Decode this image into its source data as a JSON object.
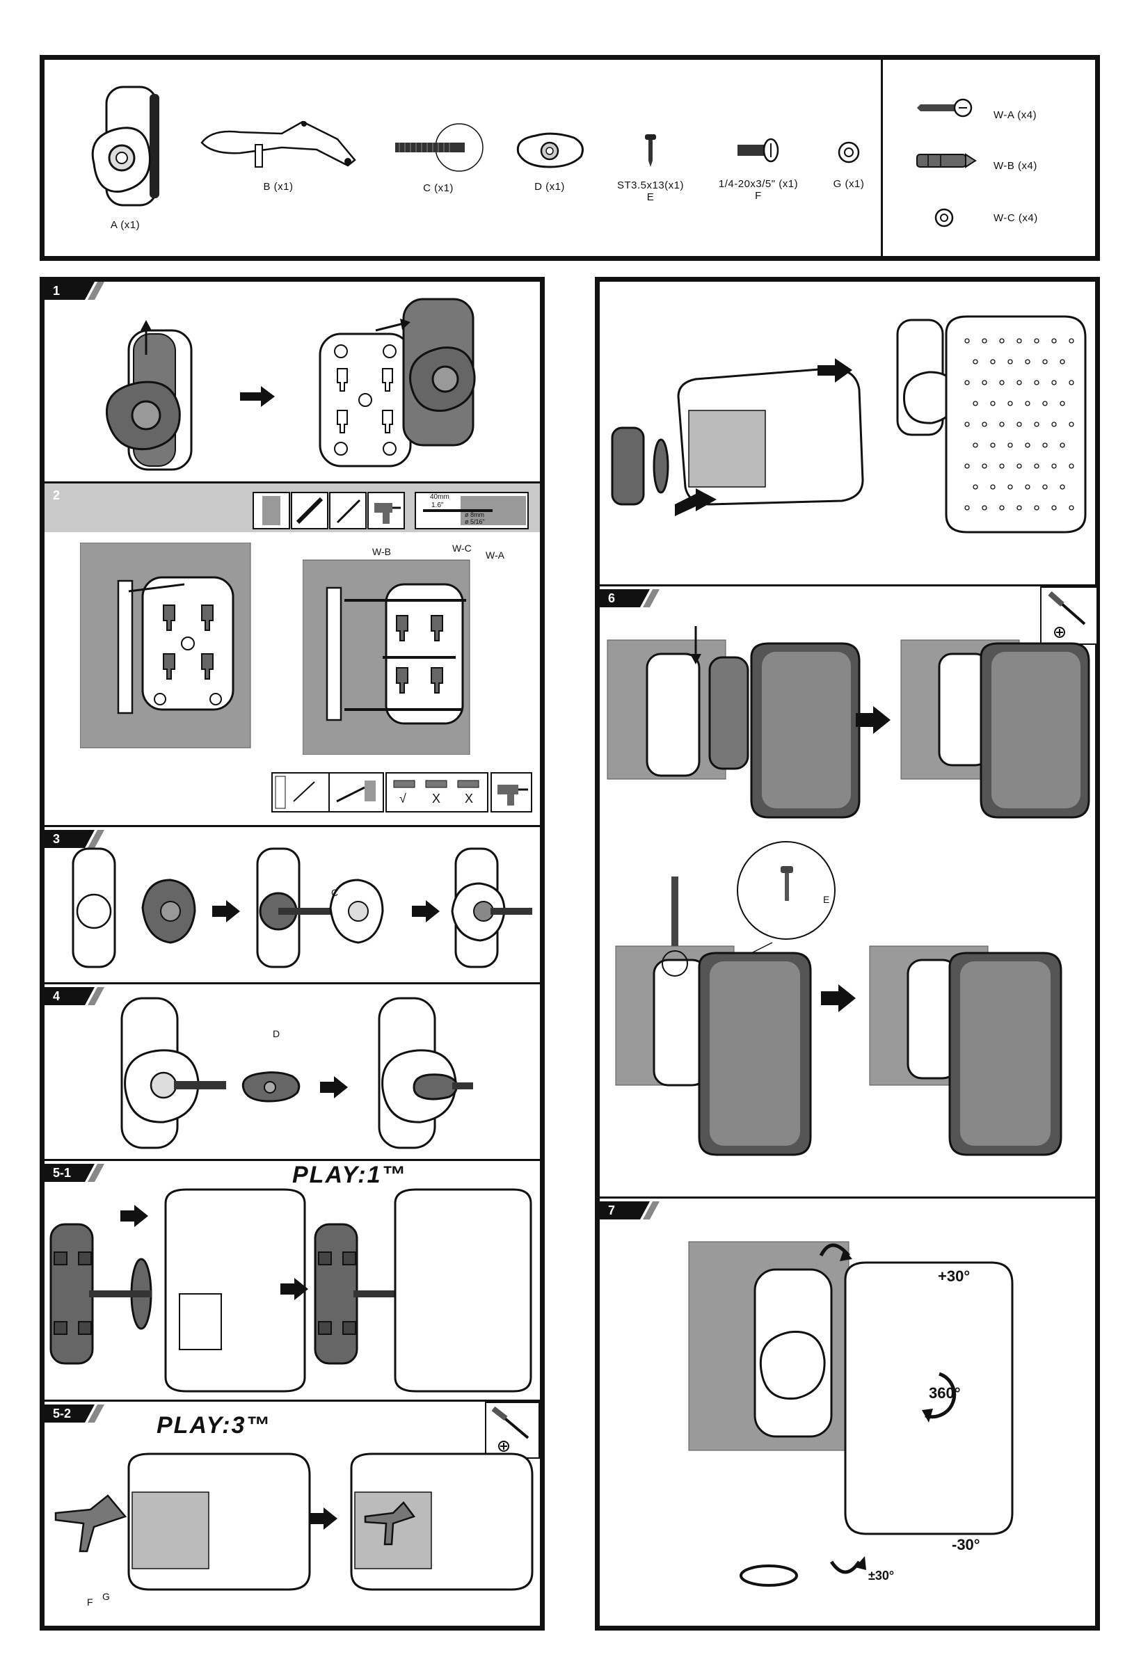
{
  "parts": [
    {
      "name": "part-a",
      "label": "A (x1)"
    },
    {
      "name": "part-b",
      "label": "B (x1)"
    },
    {
      "name": "part-c",
      "label": "C (x1)"
    },
    {
      "name": "part-d",
      "label": "D (x1)"
    },
    {
      "name": "part-e",
      "label": "ST3.5x13(x1)\nE"
    },
    {
      "name": "part-f",
      "label": "1/4-20x3/5\" (x1)\nF"
    },
    {
      "name": "part-g",
      "label": "G (x1)"
    }
  ],
  "wall_parts": [
    {
      "name": "wall-part-wa",
      "label": "W-A (x4)"
    },
    {
      "name": "wall-part-wb",
      "label": "W-B (x4)"
    },
    {
      "name": "wall-part-wc",
      "label": "W-C (x4)"
    }
  ],
  "steps": {
    "s1": "1",
    "s2": "2",
    "s3": "3",
    "s4": "4",
    "s51": "5-1",
    "s52": "5-2",
    "s6": "6",
    "s7": "7"
  },
  "step2_labels": {
    "wb": "W-B",
    "wc": "W-C",
    "wa": "W-A",
    "check": "√",
    "x1": "X",
    "x2": "X",
    "drill_a": "40mm",
    "drill_b": "1.6\"",
    "drill_c": "ø 8mm",
    "drill_d": "ø 5/16\""
  },
  "step3_labels": {
    "c": "C"
  },
  "step4_labels": {
    "d": "D"
  },
  "step52_labels": {
    "f": "F",
    "g": "G"
  },
  "step6_labels": {
    "e": "E"
  },
  "brands": {
    "play1": "PLAY:1™",
    "play3": "PLAY:3™"
  },
  "angles": {
    "up": "+30°",
    "rot": "360°",
    "down": "-30°",
    "swivel": "±30°"
  },
  "icons": [
    "screwdriver-icon",
    "drill-icon",
    "level-icon",
    "pencil-icon",
    "arrow-right-icon",
    "rotate-arrow-icon"
  ]
}
